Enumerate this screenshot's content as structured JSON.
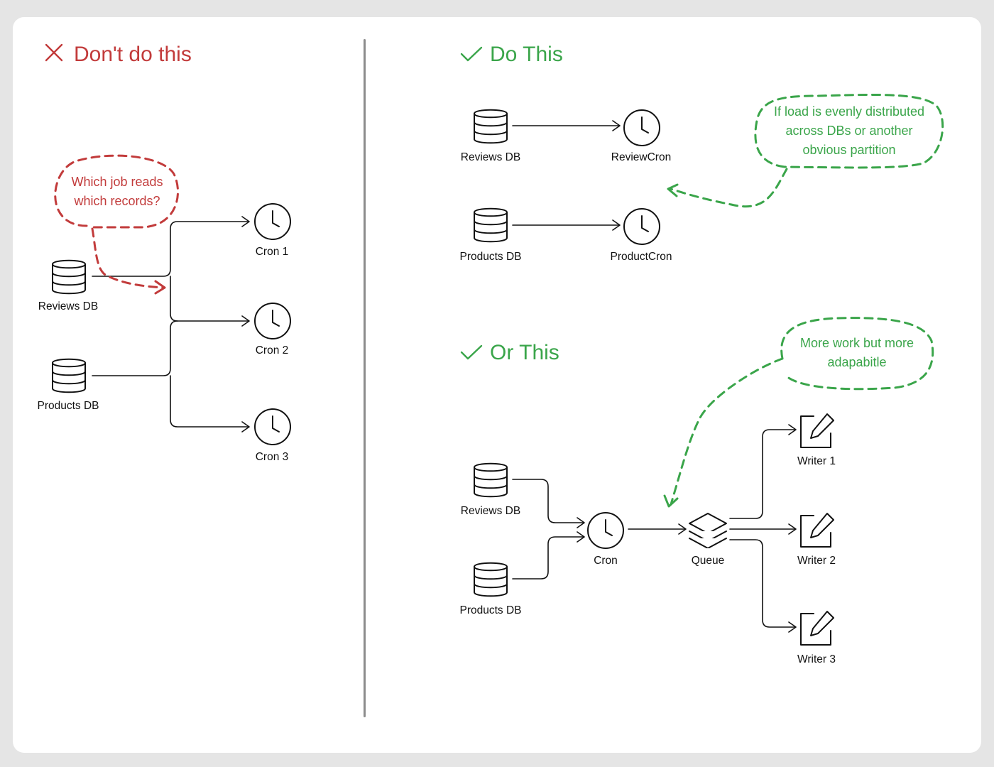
{
  "colors": {
    "bad": "#c23b3b",
    "good": "#3aa54a",
    "divider": "#8c8c8c",
    "ink": "#111111"
  },
  "left": {
    "heading": {
      "icon": "cross-icon",
      "text": "Don't do this"
    },
    "callout": {
      "line1": "Which job reads",
      "line2": "which records?"
    },
    "nodes": {
      "reviews_db": "Reviews DB",
      "products_db": "Products DB",
      "cron_1": "Cron 1",
      "cron_2": "Cron 2",
      "cron_3": "Cron 3"
    }
  },
  "right_top": {
    "heading": {
      "icon": "check-icon",
      "text": "Do This"
    },
    "callout": {
      "line1": "If load is evenly distributed",
      "line2": "across DBs or another",
      "line3": "obvious partition"
    },
    "nodes": {
      "reviews_db": "Reviews DB",
      "review_cron": "ReviewCron",
      "products_db": "Products DB",
      "product_cron": "ProductCron"
    }
  },
  "right_bottom": {
    "heading": {
      "icon": "check-icon",
      "text": "Or This"
    },
    "callout": {
      "line1": "More work but more",
      "line2": "adapabitle"
    },
    "nodes": {
      "reviews_db": "Reviews DB",
      "products_db": "Products DB",
      "cron": "Cron",
      "queue": "Queue",
      "writer_1": "Writer 1",
      "writer_2": "Writer 2",
      "writer_3": "Writer 3"
    }
  }
}
